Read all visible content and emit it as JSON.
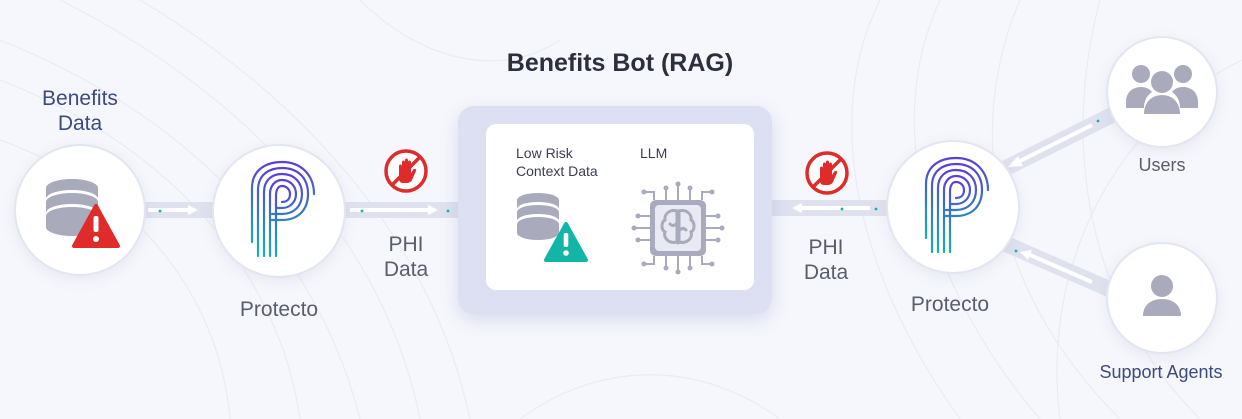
{
  "title": "Benefits Bot (RAG)",
  "source": {
    "label_line1": "Benefits",
    "label_line2": "Data"
  },
  "protecto_left": {
    "label": "Protecto"
  },
  "protecto_right": {
    "label": "Protecto"
  },
  "phi_left": {
    "line1": "PHI",
    "line2": "Data"
  },
  "phi_right": {
    "line1": "PHI",
    "line2": "Data"
  },
  "bot": {
    "context_line1": "Low Risk",
    "context_line2": "Context Data",
    "llm_label": "LLM"
  },
  "users": {
    "label": "Users"
  },
  "agents": {
    "label": "Support Agents"
  },
  "colors": {
    "accent_blue": "#3c4a80",
    "block_red": "#e02b2b",
    "teal": "#13b5a6",
    "gray_icon": "#a9aabb"
  }
}
